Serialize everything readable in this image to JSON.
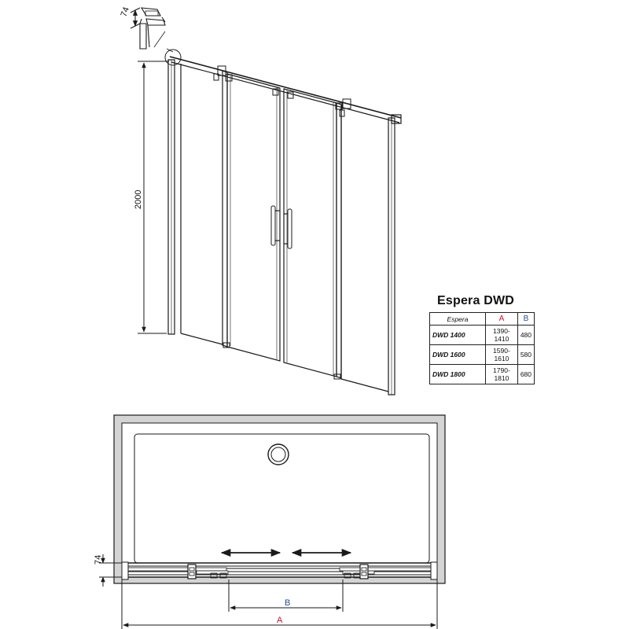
{
  "diagram": {
    "height_label": "2000",
    "profile_depth_label_top": "74",
    "profile_depth_label_plan": "74",
    "label_a": "A",
    "label_b": "B"
  },
  "colors": {
    "line": "#1a1a1a",
    "label_a": "#c8102e",
    "label_b": "#1f4e9c"
  },
  "spec": {
    "title": "Espera DWD",
    "headers": [
      "Espera",
      "A",
      "B"
    ],
    "rows": [
      {
        "model": "DWD 1400",
        "a": "1390-1410",
        "b": "480"
      },
      {
        "model": "DWD 1600",
        "a": "1590-1610",
        "b": "580"
      },
      {
        "model": "DWD 1800",
        "a": "1790-1810",
        "b": "680"
      }
    ]
  }
}
